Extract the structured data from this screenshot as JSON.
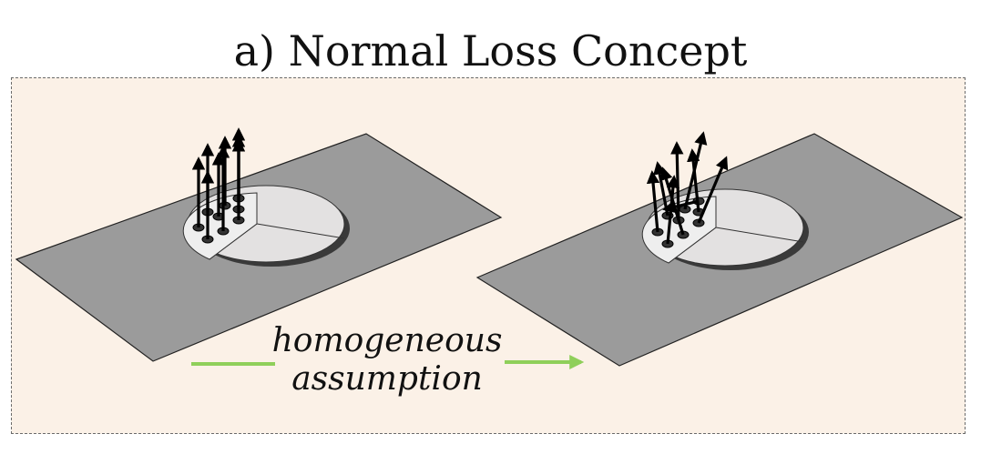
{
  "figure": {
    "title": "a) Normal Loss Concept",
    "caption": {
      "line1": "homogeneous",
      "line2": "assumption"
    }
  },
  "colors": {
    "panel_background": "#fbf1e7",
    "plane": "#9b9b9b",
    "disc": "#e3e1e1",
    "shadow": "#3a3a3a",
    "arrow": "#000000",
    "assumption_arrow": "#8fcf5a"
  }
}
